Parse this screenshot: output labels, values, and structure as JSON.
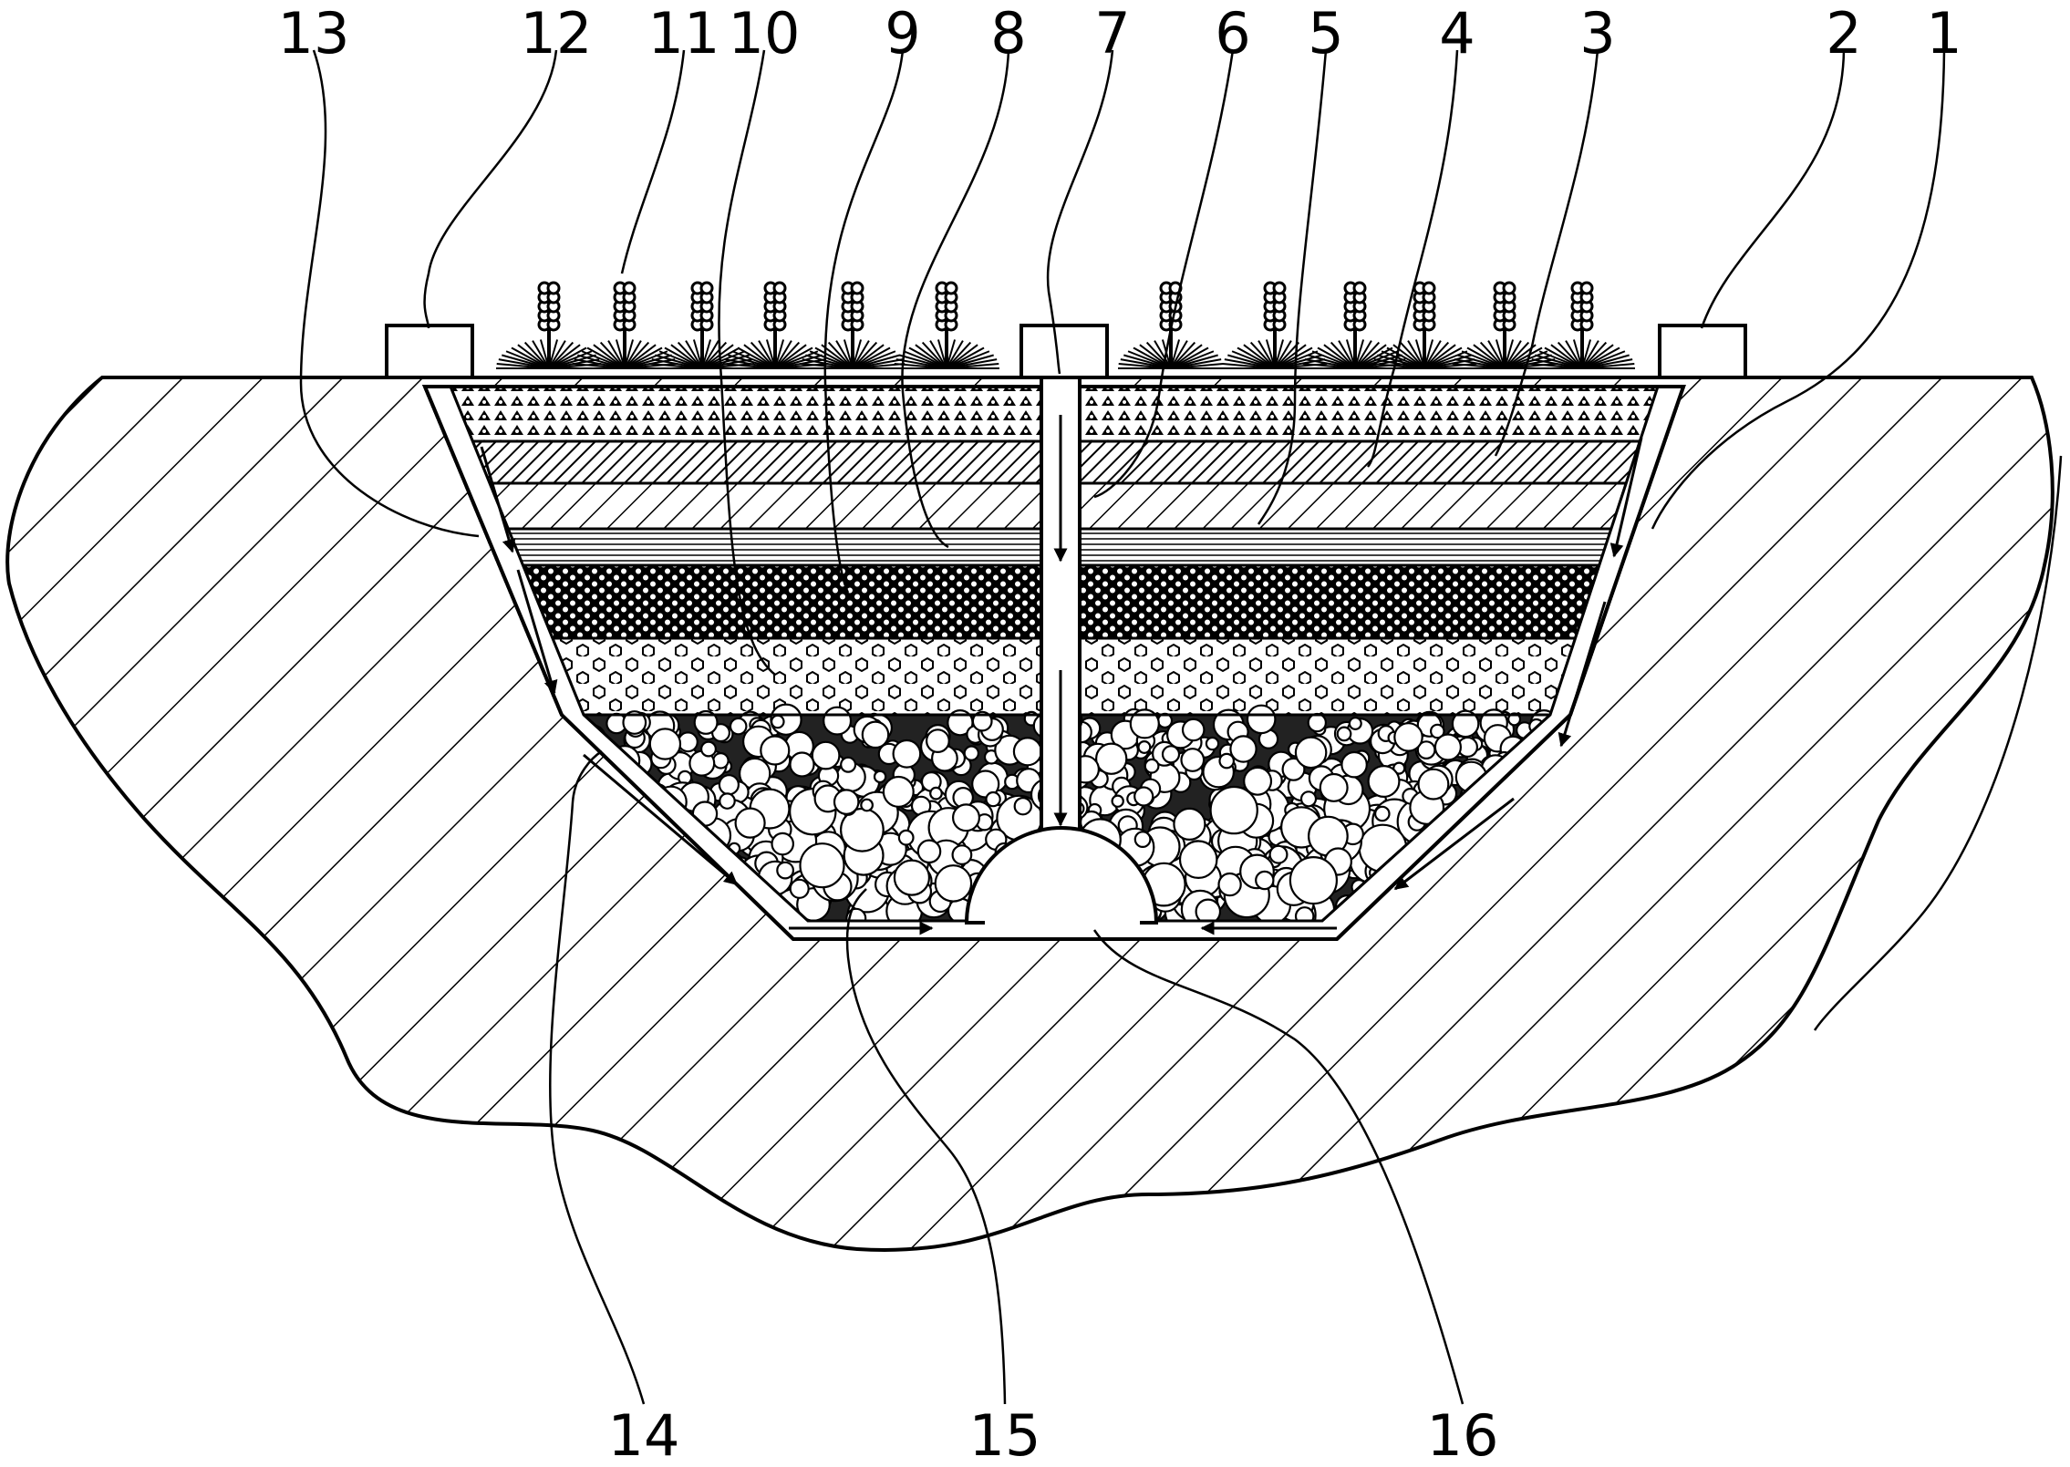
{
  "labels_top": [
    "13",
    "12",
    "11",
    "10",
    "9",
    "8",
    "7",
    "6",
    "5",
    "4",
    "3",
    "2",
    "1"
  ],
  "labels_bottom": [
    "14",
    "15",
    "16"
  ],
  "plant_count": 12,
  "colors": {
    "ink": "#000000",
    "paper": "#ffffff"
  }
}
